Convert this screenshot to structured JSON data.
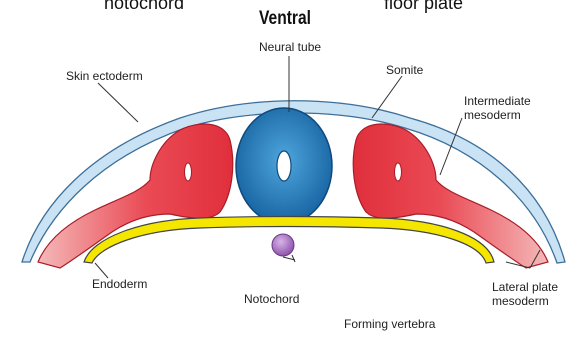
{
  "header": {
    "top_left_cut": "notochord",
    "top_right_cut": "floor plate",
    "title": "Ventral"
  },
  "labels": {
    "neural_tube": "Neural tube",
    "skin_ectoderm": "Skin ectoderm",
    "somite": "Somite",
    "intermediate_mesoderm": "Intermediate mesoderm",
    "endoderm": "Endoderm",
    "notochord": "Notochord",
    "lateral_plate_mesoderm": "Lateral plate mesoderm",
    "forming_vertebra": "Forming vertebra"
  },
  "colors": {
    "ectoderm": "#c8e2f3",
    "mesoderm": "#e8323f",
    "mesoderm_light": "#f4b8b8",
    "neural_tube": "#1f7fc4",
    "endoderm": "#f4e600",
    "notochord": "#b07fc8"
  }
}
